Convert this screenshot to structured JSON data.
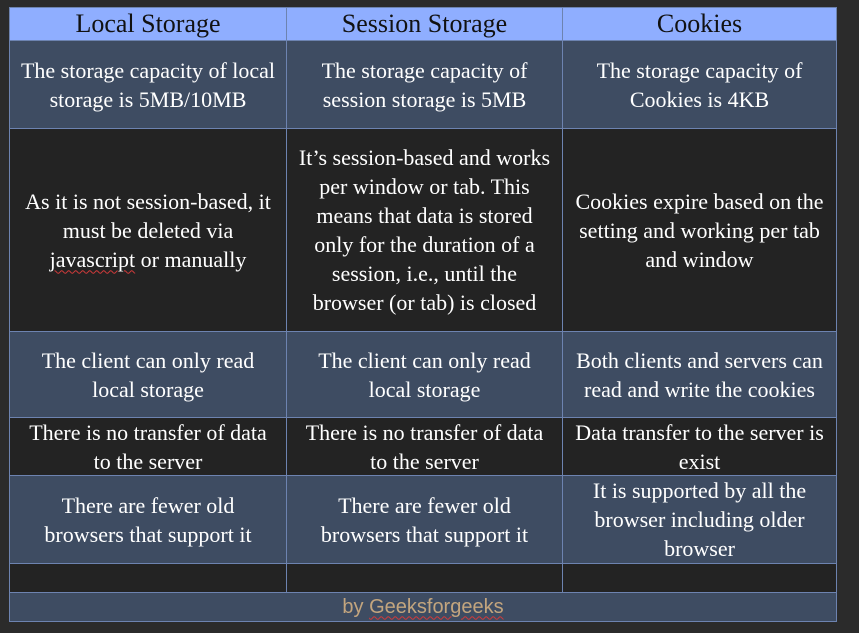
{
  "table": {
    "headers": [
      "Local Storage",
      "Session Storage",
      "Cookies"
    ],
    "rows": [
      [
        "The storage capacity of local storage is 5MB/10MB",
        "The storage capacity of session storage is 5MB",
        "The storage capacity of Cookies is 4KB"
      ],
      [
        "As it is not session-based, it must be deleted via ",
        "It’s session-based and works per window or tab. This means that data is stored only for the duration of a session, i.e., until the browser (or tab) is closed",
        "Cookies expire based on the setting and working per tab and window"
      ],
      [
        "The client  can only read local storage",
        "The client can only read local storage",
        "Both clients and servers can read and write the cookies"
      ],
      [
        "There is no transfer of data to the server",
        "There is no transfer of data to the server",
        "Data transfer to the server is exist"
      ],
      [
        "There are fewer old browsers that support it",
        "There are fewer old browsers that support it",
        "It is supported by all the browser including older browser"
      ],
      [
        "",
        "",
        ""
      ]
    ],
    "row2_squiggle_word": "javascript",
    "row2_tail": " or manually"
  },
  "footer": {
    "prefix": "by ",
    "brand": "Geeksforgeeks"
  },
  "colors": {
    "header_bg": "#8faeff",
    "row_light_bg": "#3e4c62",
    "row_dark_bg": "#232323",
    "border": "#6d83b0",
    "footer_text": "#c3a57e",
    "spellcheck_underline": "#d03a3a"
  }
}
